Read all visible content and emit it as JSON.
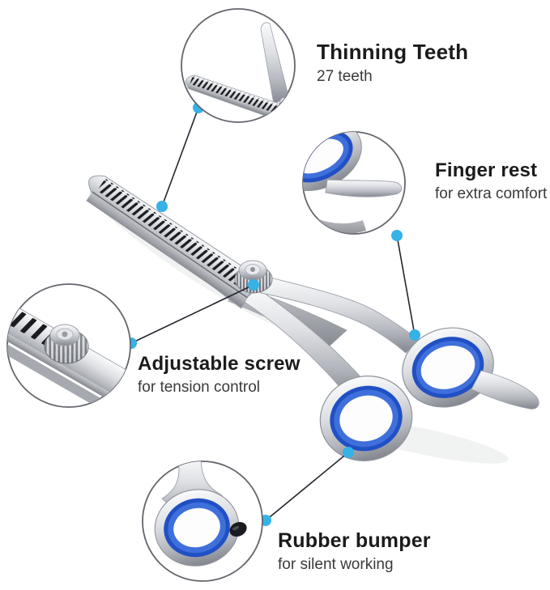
{
  "callouts": [
    {
      "id": "thinning-teeth",
      "title": "Thinning Teeth",
      "subtitle": "27 teeth"
    },
    {
      "id": "finger-rest",
      "title": "Finger rest",
      "subtitle": "for extra comfort"
    },
    {
      "id": "adjustable-screw",
      "title": "Adjustable screw",
      "subtitle": "for tension control"
    },
    {
      "id": "rubber-bumper",
      "title": "Rubber bumper",
      "subtitle": "for silent working"
    }
  ],
  "colors": {
    "callout_dot": "#35b2e6",
    "leader_line": "#23262e",
    "callout_circle_stroke": "#63666c",
    "handle_ring_blue": "#2150c4",
    "handle_ring_blue_light": "#3f6fdb",
    "steel_light": "#f5f6f8",
    "steel_dark": "#83868e",
    "teeth_dark": "#1b1c20",
    "title_text": "#1b1b1b",
    "subtitle_text": "#3a3a3a",
    "background": "#ffffff"
  }
}
